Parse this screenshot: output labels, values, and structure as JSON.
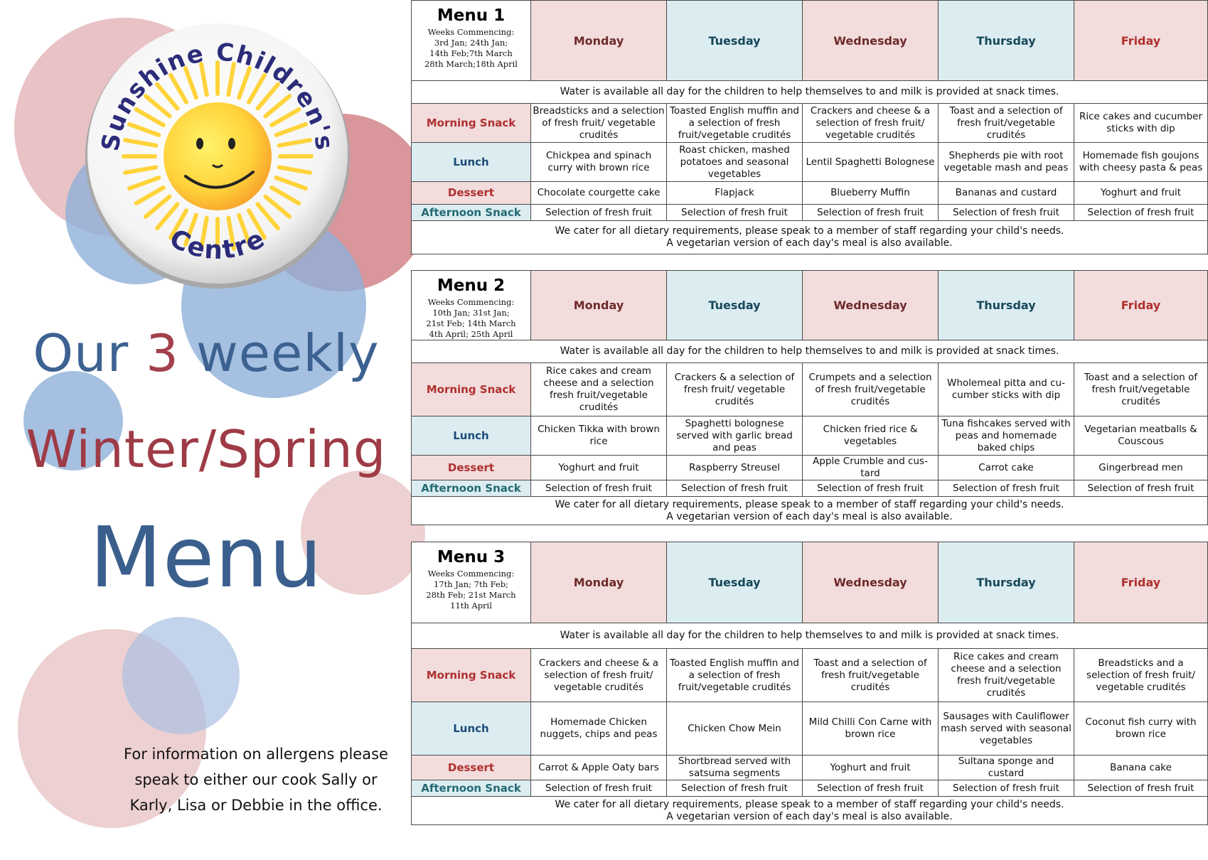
{
  "logo": {
    "text_top": "Sunshine Children's",
    "text_bottom": "Centre"
  },
  "headline": {
    "line1_a": "Our",
    "line1_b": "3",
    "line1_c": "weekly",
    "line2": "Winter/Spring",
    "line3": "Menu"
  },
  "allergen_note": {
    "line1": "For information on allergens please",
    "line2": "speak to either our cook Sally or",
    "line3": "Karly, Lisa or Debbie in the office."
  },
  "days": [
    "Monday",
    "Tuesday",
    "Wednesday",
    "Thursday",
    "Friday"
  ],
  "row_labels": {
    "morning": "Morning Snack",
    "lunch": "Lunch",
    "dessert": "Dessert",
    "afternoon": "Afternoon Snack"
  },
  "water_note": "Water is available all day for the children to help themselves to and milk is provided at snack times.",
  "cater_note": {
    "line1": "We cater for all dietary requirements, please speak to a member of staff regarding your child's needs.",
    "line2": "A vegetarian version of each day's meal is also available.",
    "line2_alt": "A vegetarian version of each day's meal is also  available."
  },
  "menus": [
    {
      "name": "Menu 1",
      "weeks": [
        "Weeks Commencing:",
        "3rd Jan; 24th Jan;",
        "14th Feb;7th March",
        "28th March;18th April"
      ],
      "morning": [
        "Breadsticks and a selection of fresh fruit/ vegetable crudités",
        "Toasted English muffin and a selection of fresh fruit/vegetable crudités",
        "Crackers and cheese & a selection of fresh fruit/ vegetable crudités",
        "Toast and a selection of fresh fruit/vegetable crudités",
        "Rice cakes and cucumber sticks with dip"
      ],
      "lunch": [
        "Chickpea and spinach curry with brown rice",
        "Roast chicken, mashed potatoes and seasonal vegetables",
        "Lentil Spaghetti Bolognese",
        "Shepherds pie with root vegetable mash and peas",
        "Homemade fish goujons with cheesy pasta & peas"
      ],
      "dessert": [
        "Chocolate courgette cake",
        "Flapjack",
        "Blueberry Muffin",
        "Bananas and custard",
        "Yoghurt and fruit"
      ],
      "afternoon": [
        "Selection of fresh fruit",
        "Selection of fresh fruit",
        "Selection of fresh fruit",
        "Selection of fresh fruit",
        "Selection of fresh fruit"
      ]
    },
    {
      "name": "Menu 2",
      "weeks": [
        "Weeks Commencing:",
        "10th Jan; 31st Jan;",
        "21st Feb; 14th March",
        "4th April; 25th April"
      ],
      "morning": [
        "Rice cakes and cream cheese and a selection fresh fruit/vegetable crudités",
        "Crackers & a selection of fresh fruit/ vegetable crudités",
        "Crumpets and a selection of fresh fruit/vegetable crudités",
        "Wholemeal pitta and cu-cumber sticks with dip",
        "Toast and a selection of fresh fruit/vegetable crudités"
      ],
      "lunch": [
        "Chicken Tikka with brown rice",
        "Spaghetti bolognese served with garlic bread and peas",
        "Chicken fried rice & vegetables",
        "Tuna fishcakes served with peas and homemade baked chips",
        "Vegetarian meatballs & Couscous"
      ],
      "dessert": [
        "Yoghurt and fruit",
        "Raspberry Streusel",
        "Apple Crumble and cus-tard",
        "Carrot cake",
        "Gingerbread men"
      ],
      "afternoon": [
        "Selection of fresh fruit",
        "Selection of fresh fruit",
        "Selection of fresh fruit",
        "Selection of fresh fruit",
        "Selection of fresh fruit"
      ]
    },
    {
      "name": "Menu 3",
      "weeks": [
        "Weeks Commencing:",
        "17th Jan; 7th Feb;",
        "28th Feb; 21st March",
        "11th April"
      ],
      "morning": [
        "Crackers and cheese & a selection of fresh fruit/ vegetable crudités",
        "Toasted English muffin and a selection of fresh fruit/vegetable crudités",
        "Toast and a selection of fresh fruit/vegetable crudités",
        "Rice cakes and cream cheese and a selection fresh fruit/vegetable crudités",
        "Breadsticks and a selection of fresh fruit/ vegetable crudités"
      ],
      "lunch": [
        "Homemade Chicken nuggets, chips and peas",
        "Chicken Chow Mein",
        "Mild Chilli Con Carne with brown rice",
        "Sausages with Cauliflower mash served with seasonal vegetables",
        "Coconut fish curry with brown rice"
      ],
      "dessert": [
        "Carrot & Apple Oaty bars",
        "Shortbread served with satsuma segments",
        "Yoghurt and fruit",
        "Sultana sponge and custard",
        "Banana cake"
      ],
      "afternoon": [
        "Selection of fresh fruit",
        "Selection of fresh fruit",
        "Selection of fresh fruit",
        "Selection of fresh fruit",
        "Selection of fresh fruit"
      ]
    }
  ]
}
